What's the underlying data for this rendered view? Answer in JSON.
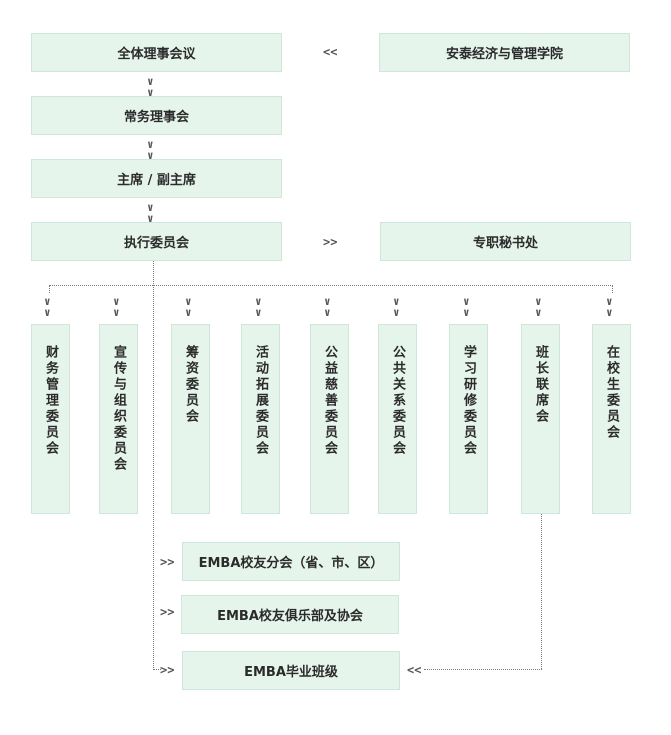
{
  "nodes": {
    "general_assembly": "全体理事会议",
    "school": "安泰经济与管理学院",
    "standing_council": "常务理事会",
    "chair": "主席 / 副主席",
    "executive": "执行委员会",
    "secretariat": "专职秘书处",
    "committees": [
      "财务管理委员会",
      "宣传与组织委员会",
      "筹资委员会",
      "活动拓展委员会",
      "公益慈善委员会",
      "公共关系委员会",
      "学习研修委员会",
      "班长联席会",
      "在校生委员会"
    ],
    "branches": [
      "EMBA校友分会（省、市、区）",
      "EMBA校友俱乐部及协会",
      "EMBA毕业班级"
    ]
  },
  "glyphs": {
    "arrow_left": "<<",
    "arrow_right": ">>",
    "arrow_down": "∨"
  }
}
